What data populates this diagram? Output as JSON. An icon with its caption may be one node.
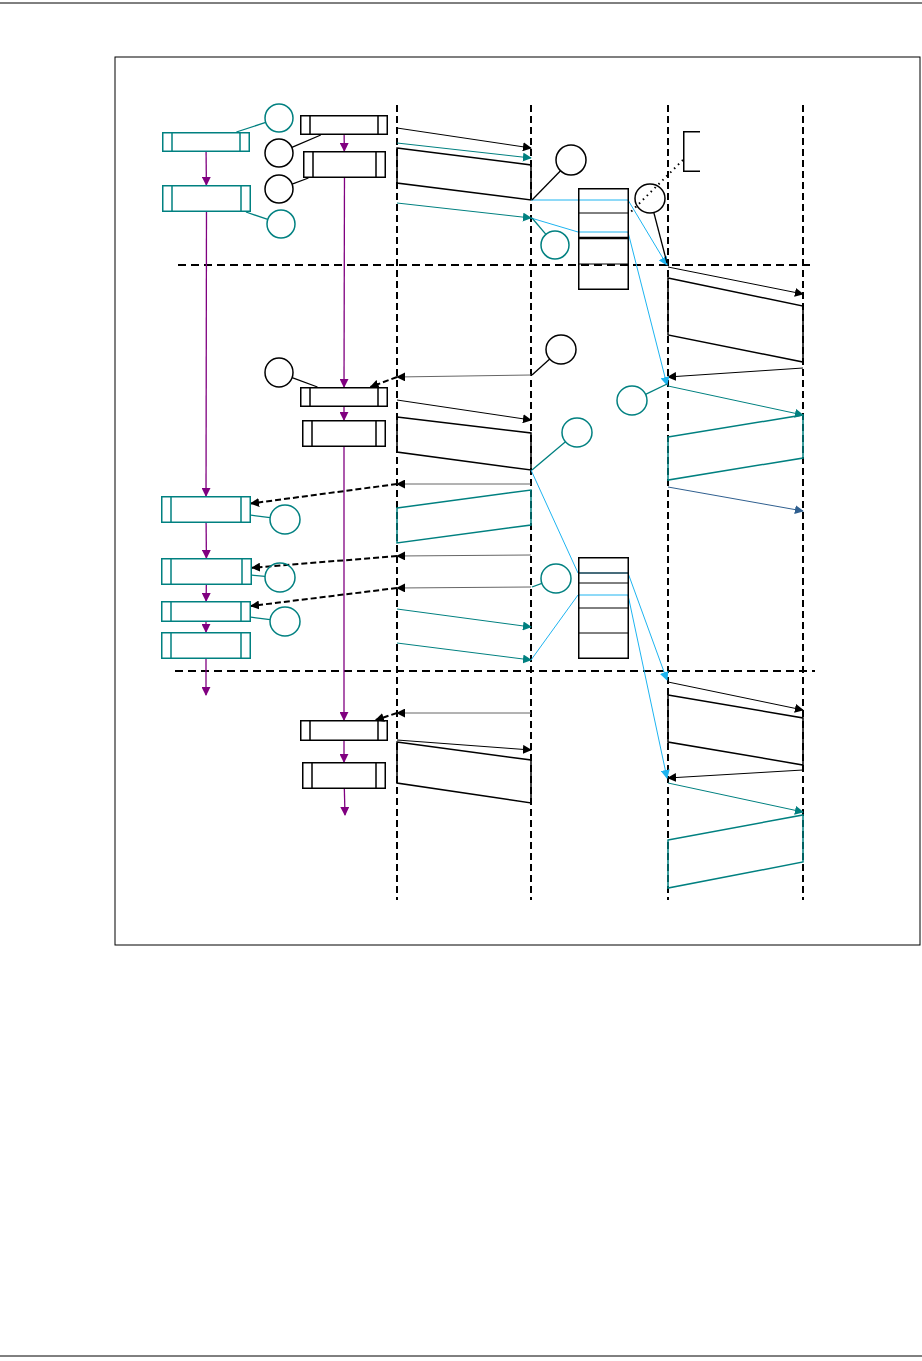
{
  "diagram": {
    "nodes": [
      {
        "text": [],
        "shape": "circle"
      },
      {
        "text": [],
        "shape": "box"
      },
      {
        "text": [],
        "shape": "box"
      },
      {
        "text": [],
        "shape": "circle"
      },
      {
        "text": [],
        "shape": "box"
      },
      {
        "text": [],
        "shape": "circle"
      },
      {
        "text": [],
        "shape": "bracket"
      },
      {
        "text": [],
        "shape": "circle"
      },
      {
        "text": [],
        "shape": "box"
      },
      {
        "text": [],
        "shape": "box"
      },
      {
        "text": [],
        "shape": "circle"
      },
      {
        "text": [],
        "shape": "circle"
      },
      {
        "text": [],
        "shape": "circle"
      },
      {
        "text": [],
        "shape": "circle"
      },
      {
        "text": [],
        "shape": "circle"
      },
      {
        "text": [],
        "shape": "box"
      },
      {
        "text": [],
        "shape": "circle"
      },
      {
        "text": [],
        "shape": "box"
      },
      {
        "text": [],
        "shape": "circle"
      },
      {
        "text": [],
        "shape": "box"
      },
      {
        "text": [],
        "shape": "circle"
      },
      {
        "text": [],
        "shape": "box"
      },
      {
        "text": [],
        "shape": "circle"
      },
      {
        "text": [],
        "shape": "box"
      },
      {
        "text": [],
        "shape": "circle"
      },
      {
        "text": [],
        "shape": "box"
      },
      {
        "text": [],
        "shape": "circle"
      },
      {
        "text": [],
        "shape": "box"
      },
      {
        "text": [],
        "shape": "box"
      },
      {
        "text": [],
        "shape": "box"
      }
    ],
    "edges": [
      {
        "from": 2,
        "to": 8,
        "arrow": "to",
        "color": "#800080"
      },
      {
        "from": 1,
        "to": 4,
        "arrow": "to",
        "color": "#800080"
      },
      {
        "from": 8,
        "to": 19,
        "arrow": "to",
        "color": "#800080"
      },
      {
        "from": 4,
        "to": 15,
        "arrow": "to",
        "color": "#800080"
      },
      {
        "from": 15,
        "to": 17,
        "arrow": "to",
        "color": "#800080"
      },
      {
        "from": 19,
        "to": 21,
        "arrow": "to",
        "color": "#800080"
      },
      {
        "from": 21,
        "to": 25,
        "arrow": "to",
        "color": "#800080"
      },
      {
        "from": 25,
        "to": 27,
        "arrow": "to",
        "color": "#800080"
      },
      {
        "from": 27,
        "to": null,
        "arrow": "to",
        "color": "#800080"
      },
      {
        "from": 17,
        "to": 28,
        "arrow": "to",
        "color": "#800080"
      },
      {
        "from": 28,
        "to": 29,
        "arrow": "to",
        "color": "#800080"
      },
      {
        "from": 29,
        "to": null,
        "arrow": "to",
        "color": "#800080"
      },
      {
        "from": 0,
        "to": 2,
        "arrow": "none",
        "color": "#008080"
      },
      {
        "from": 3,
        "to": 1,
        "arrow": "none",
        "color": "#000000"
      },
      {
        "from": 7,
        "to": 4,
        "arrow": "none",
        "color": "#000000"
      },
      {
        "from": 11,
        "to": 8,
        "arrow": "none",
        "color": "#008080"
      },
      {
        "from": 5,
        "to": null,
        "arrow": "none",
        "color": "#000000"
      },
      {
        "from": 12,
        "to": null,
        "arrow": "none",
        "color": "#008080"
      },
      {
        "from": 10,
        "to": null,
        "arrow": "none",
        "color": "#000000"
      },
      {
        "from": 13,
        "to": null,
        "arrow": "none",
        "color": "#000000"
      },
      {
        "from": 14,
        "to": 15,
        "arrow": "none",
        "color": "#000000"
      },
      {
        "from": 16,
        "to": null,
        "arrow": "none",
        "color": "#008080"
      },
      {
        "from": 18,
        "to": null,
        "arrow": "none",
        "color": "#008080"
      },
      {
        "from": 20,
        "to": 19,
        "arrow": "none",
        "color": "#008080"
      },
      {
        "from": 22,
        "to": 21,
        "arrow": "none",
        "color": "#008080"
      },
      {
        "from": 24,
        "to": null,
        "arrow": "none",
        "color": "#008080"
      },
      {
        "from": 26,
        "to": 25,
        "arrow": "none",
        "color": "#008080"
      },
      {
        "from": 6,
        "to": 9,
        "arrow": "none",
        "style": "dashed",
        "color": "#000000"
      },
      {
        "from": null,
        "to": 15,
        "arrow": "to",
        "style": "dashed",
        "color": "#000000"
      },
      {
        "from": null,
        "to": 19,
        "arrow": "to",
        "style": "dashed",
        "color": "#000000"
      },
      {
        "from": null,
        "to": 21,
        "arrow": "to",
        "style": "dashed",
        "color": "#000000"
      },
      {
        "from": null,
        "to": 25,
        "arrow": "to",
        "style": "dashed",
        "color": "#000000"
      },
      {
        "from": null,
        "to": 28,
        "arrow": "to",
        "style": "dashed",
        "color": "#000000"
      }
    ]
  }
}
